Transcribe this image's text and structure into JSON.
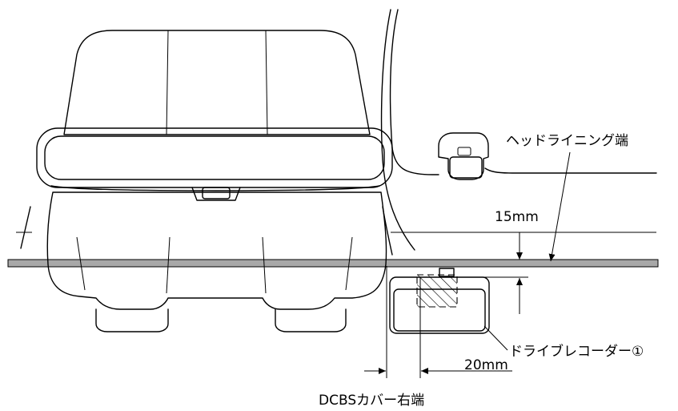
{
  "labels": {
    "headlining_edge": "ヘッドライニング端",
    "offset_vertical": "15mm",
    "offset_horizontal": "20mm",
    "drive_recorder": "ドライブレコーダー①",
    "dcbs_cover_edge": "DCBSカバー右端"
  },
  "colors": {
    "headlining_band": "#a8a8a8",
    "line": "#000000",
    "background": "#ffffff"
  }
}
